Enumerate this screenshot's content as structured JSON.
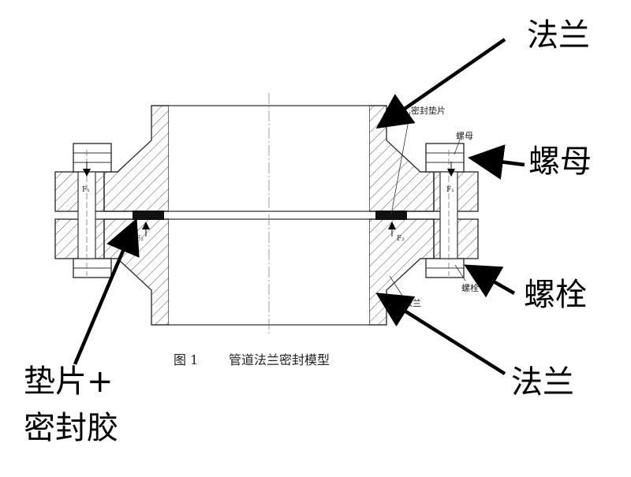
{
  "callouts": {
    "flange_top": "法兰",
    "nut": "螺母",
    "bolt": "螺栓",
    "flange_bottom": "法兰",
    "gasket_line1": "垫片+",
    "gasket_line2": "密封胶"
  },
  "drawing_labels": {
    "gasket": "密封垫片",
    "nut": "螺母",
    "bolt": "螺栓",
    "flange": "法兰",
    "force_bolt_left": "F₁",
    "force_bolt_right": "F₁",
    "force_gasket_left": "F₂",
    "force_gasket_right": "F₂"
  },
  "caption": {
    "number": "图 1",
    "title": "管道法兰密封模型"
  }
}
